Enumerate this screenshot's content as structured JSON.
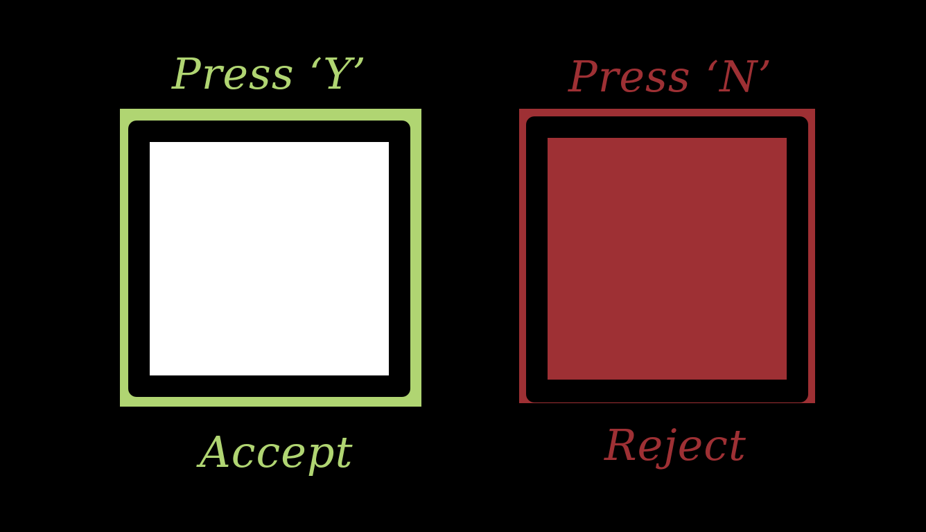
{
  "accept_option": {
    "prompt": "Press ‘Y’",
    "label": "Accept",
    "key": "Y",
    "color": "#b0d572",
    "fill_color": "#ffffff"
  },
  "reject_option": {
    "prompt": "Press ‘N’",
    "label": "Reject",
    "key": "N",
    "color": "#9e3034",
    "fill_color": "#9e3034"
  }
}
